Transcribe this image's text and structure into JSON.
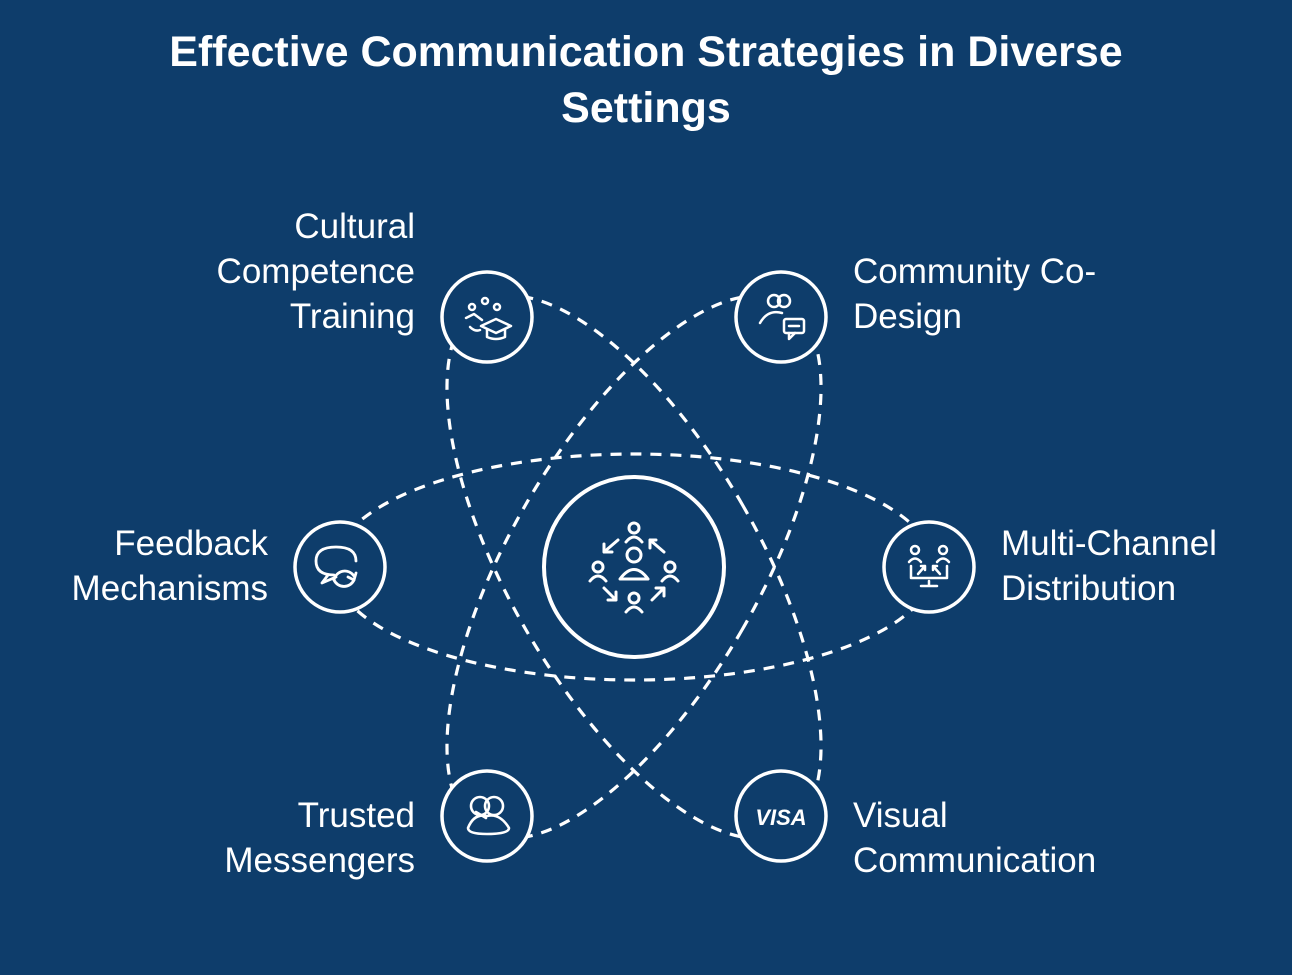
{
  "title": {
    "line1": "Effective Communication Strategies in Diverse",
    "line2": "Settings"
  },
  "colors": {
    "background": "#0e3d6b",
    "foreground": "#ffffff"
  },
  "hub": {
    "icon": "community-circle-icon"
  },
  "nodes": [
    {
      "id": "cultural",
      "lines": [
        "Cultural",
        "Competence",
        "Training"
      ],
      "icon": "training-graduation-icon"
    },
    {
      "id": "codesign",
      "lines": [
        "Community Co-",
        "Design"
      ],
      "icon": "people-chat-icon"
    },
    {
      "id": "feedback",
      "lines": [
        "Feedback",
        "Mechanisms"
      ],
      "icon": "chat-refresh-icon"
    },
    {
      "id": "multichannel",
      "lines": [
        "Multi-Channel",
        "Distribution"
      ],
      "icon": "distribution-icon"
    },
    {
      "id": "trusted",
      "lines": [
        "Trusted",
        "Messengers"
      ],
      "icon": "handshake-icon"
    },
    {
      "id": "visual",
      "lines": [
        "Visual",
        "Communication"
      ],
      "icon": "visa-card-icon"
    }
  ],
  "visa_text": "VISA"
}
